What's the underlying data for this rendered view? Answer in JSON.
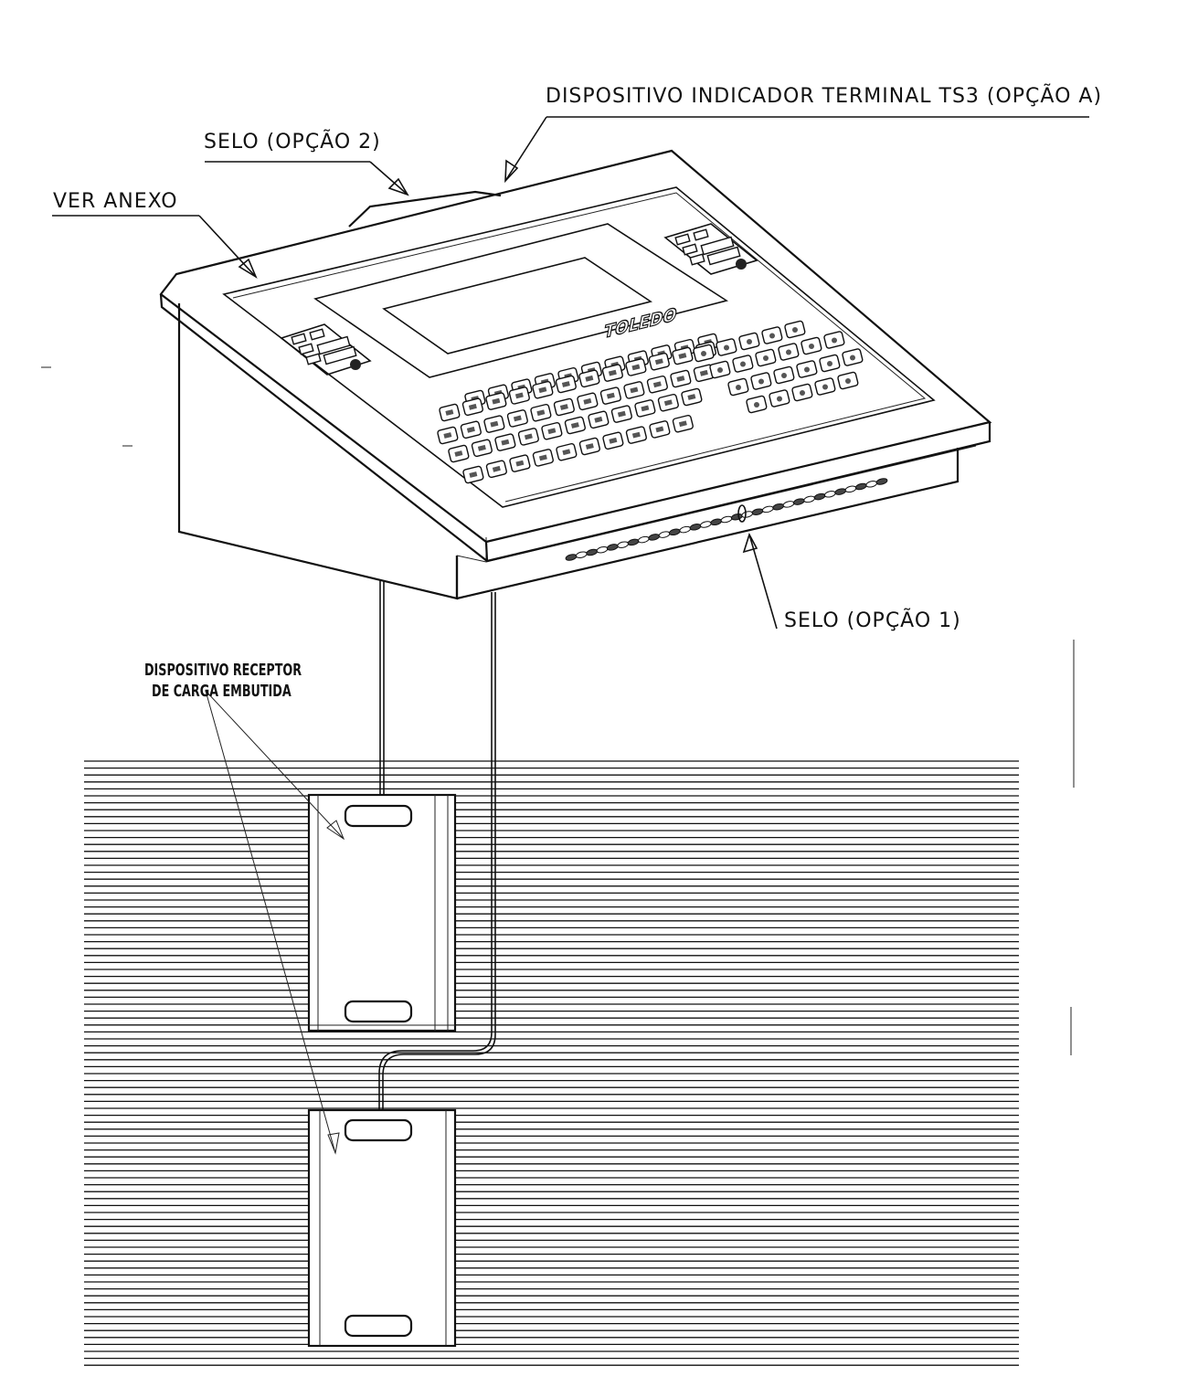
{
  "labels": {
    "terminal": "DISPOSITIVO INDICADOR TERMINAL TS3 (OPÇÃO A)",
    "seal_option_2": "SELO (OPÇÃO 2)",
    "see_annex": "VER ANEXO",
    "seal_option_1": "SELO (OPÇÃO 1)",
    "receiver_line1": "DISPOSITIVO RECEPTOR",
    "receiver_line2": "DE CARGA EMBUTIDA",
    "brand": "TOLEDO"
  }
}
